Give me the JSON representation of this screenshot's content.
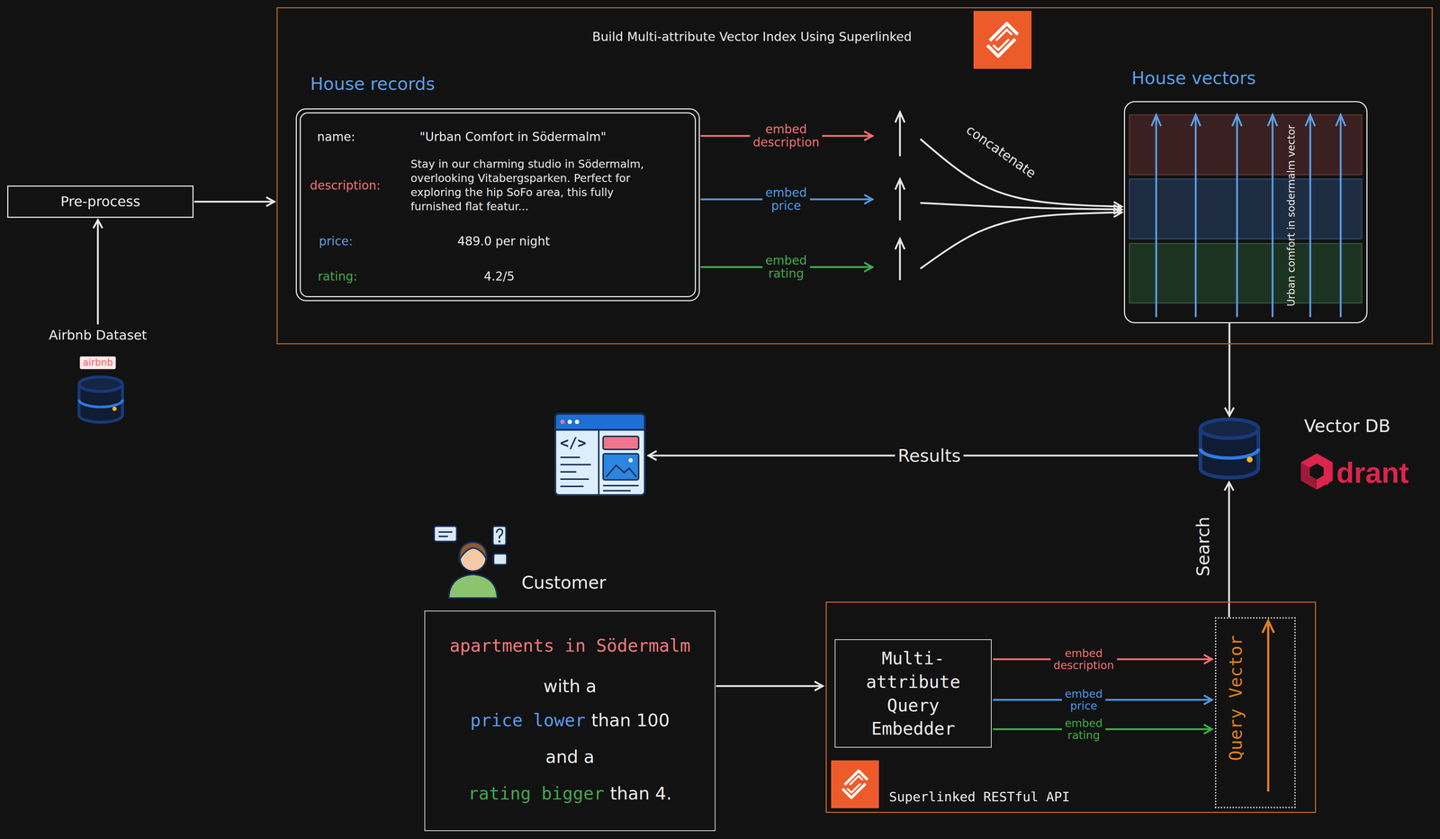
{
  "diagram": {
    "nodes": [
      {
        "text": [
          "Build Multi-attribute Vector Index Using Superlinked"
        ]
      },
      {
        "text": [
          "House records",
          "name:",
          "\"Urban Comfort in Södermalm\"",
          "description:",
          "Stay in our charming studio in Södermalm, overlooking Vitabergsparken. Perfect for exploring the hip SoFo area, this fully furnished flat featur...",
          "price:",
          "489.0 per night",
          "rating:",
          "4.2/5"
        ],
        "in": 0
      },
      {
        "text": [
          "House vectors",
          "Urban comfort in sodermalm vector"
        ],
        "in": 0
      },
      {
        "text": [
          "Pre-process"
        ]
      },
      {
        "text": [
          "Airbnb Dataset"
        ]
      },
      {
        "text": [
          "Vector DB"
        ]
      },
      {
        "text": [
          "</>"
        ]
      },
      {
        "text": [
          "Customer",
          "apartments in Södermalm",
          "with a",
          "price lower",
          "than 100",
          "and a",
          "rating bigger",
          "than 4."
        ]
      },
      {
        "text": [
          "Superlinked RESTful API"
        ]
      },
      {
        "text": [
          "Multi- attribute Query Embedder"
        ],
        "in": 8
      },
      {
        "text": [
          "Query Vector"
        ],
        "in": 8
      }
    ],
    "edges": [
      {
        "from": 4,
        "to": 3,
        "arrow": "to"
      },
      {
        "from": 3,
        "to": 0,
        "arrow": "to"
      },
      {
        "from": 1,
        "to": 2,
        "label": "embed description",
        "arrow": "to"
      },
      {
        "from": 1,
        "to": 2,
        "label": "embed price",
        "arrow": "to"
      },
      {
        "from": 1,
        "to": 2,
        "label": "embed rating",
        "arrow": "to"
      },
      {
        "from": 2,
        "to": 5,
        "arrow": "to"
      },
      {
        "from": 5,
        "to": 6,
        "label": "Results",
        "arrow": "to"
      },
      {
        "from": 7,
        "to": 8,
        "arrow": "to"
      },
      {
        "from": 9,
        "to": 10,
        "label": "embed description",
        "arrow": "to"
      },
      {
        "from": 9,
        "to": 10,
        "label": "embed price",
        "arrow": "to"
      },
      {
        "from": 9,
        "to": 10,
        "label": "embed rating",
        "arrow": "to"
      },
      {
        "from": 10,
        "to": 5,
        "label": "Search",
        "arrow": "to"
      }
    ],
    "labels": [
      "concatenate",
      "airbnb",
      "drant"
    ]
  }
}
